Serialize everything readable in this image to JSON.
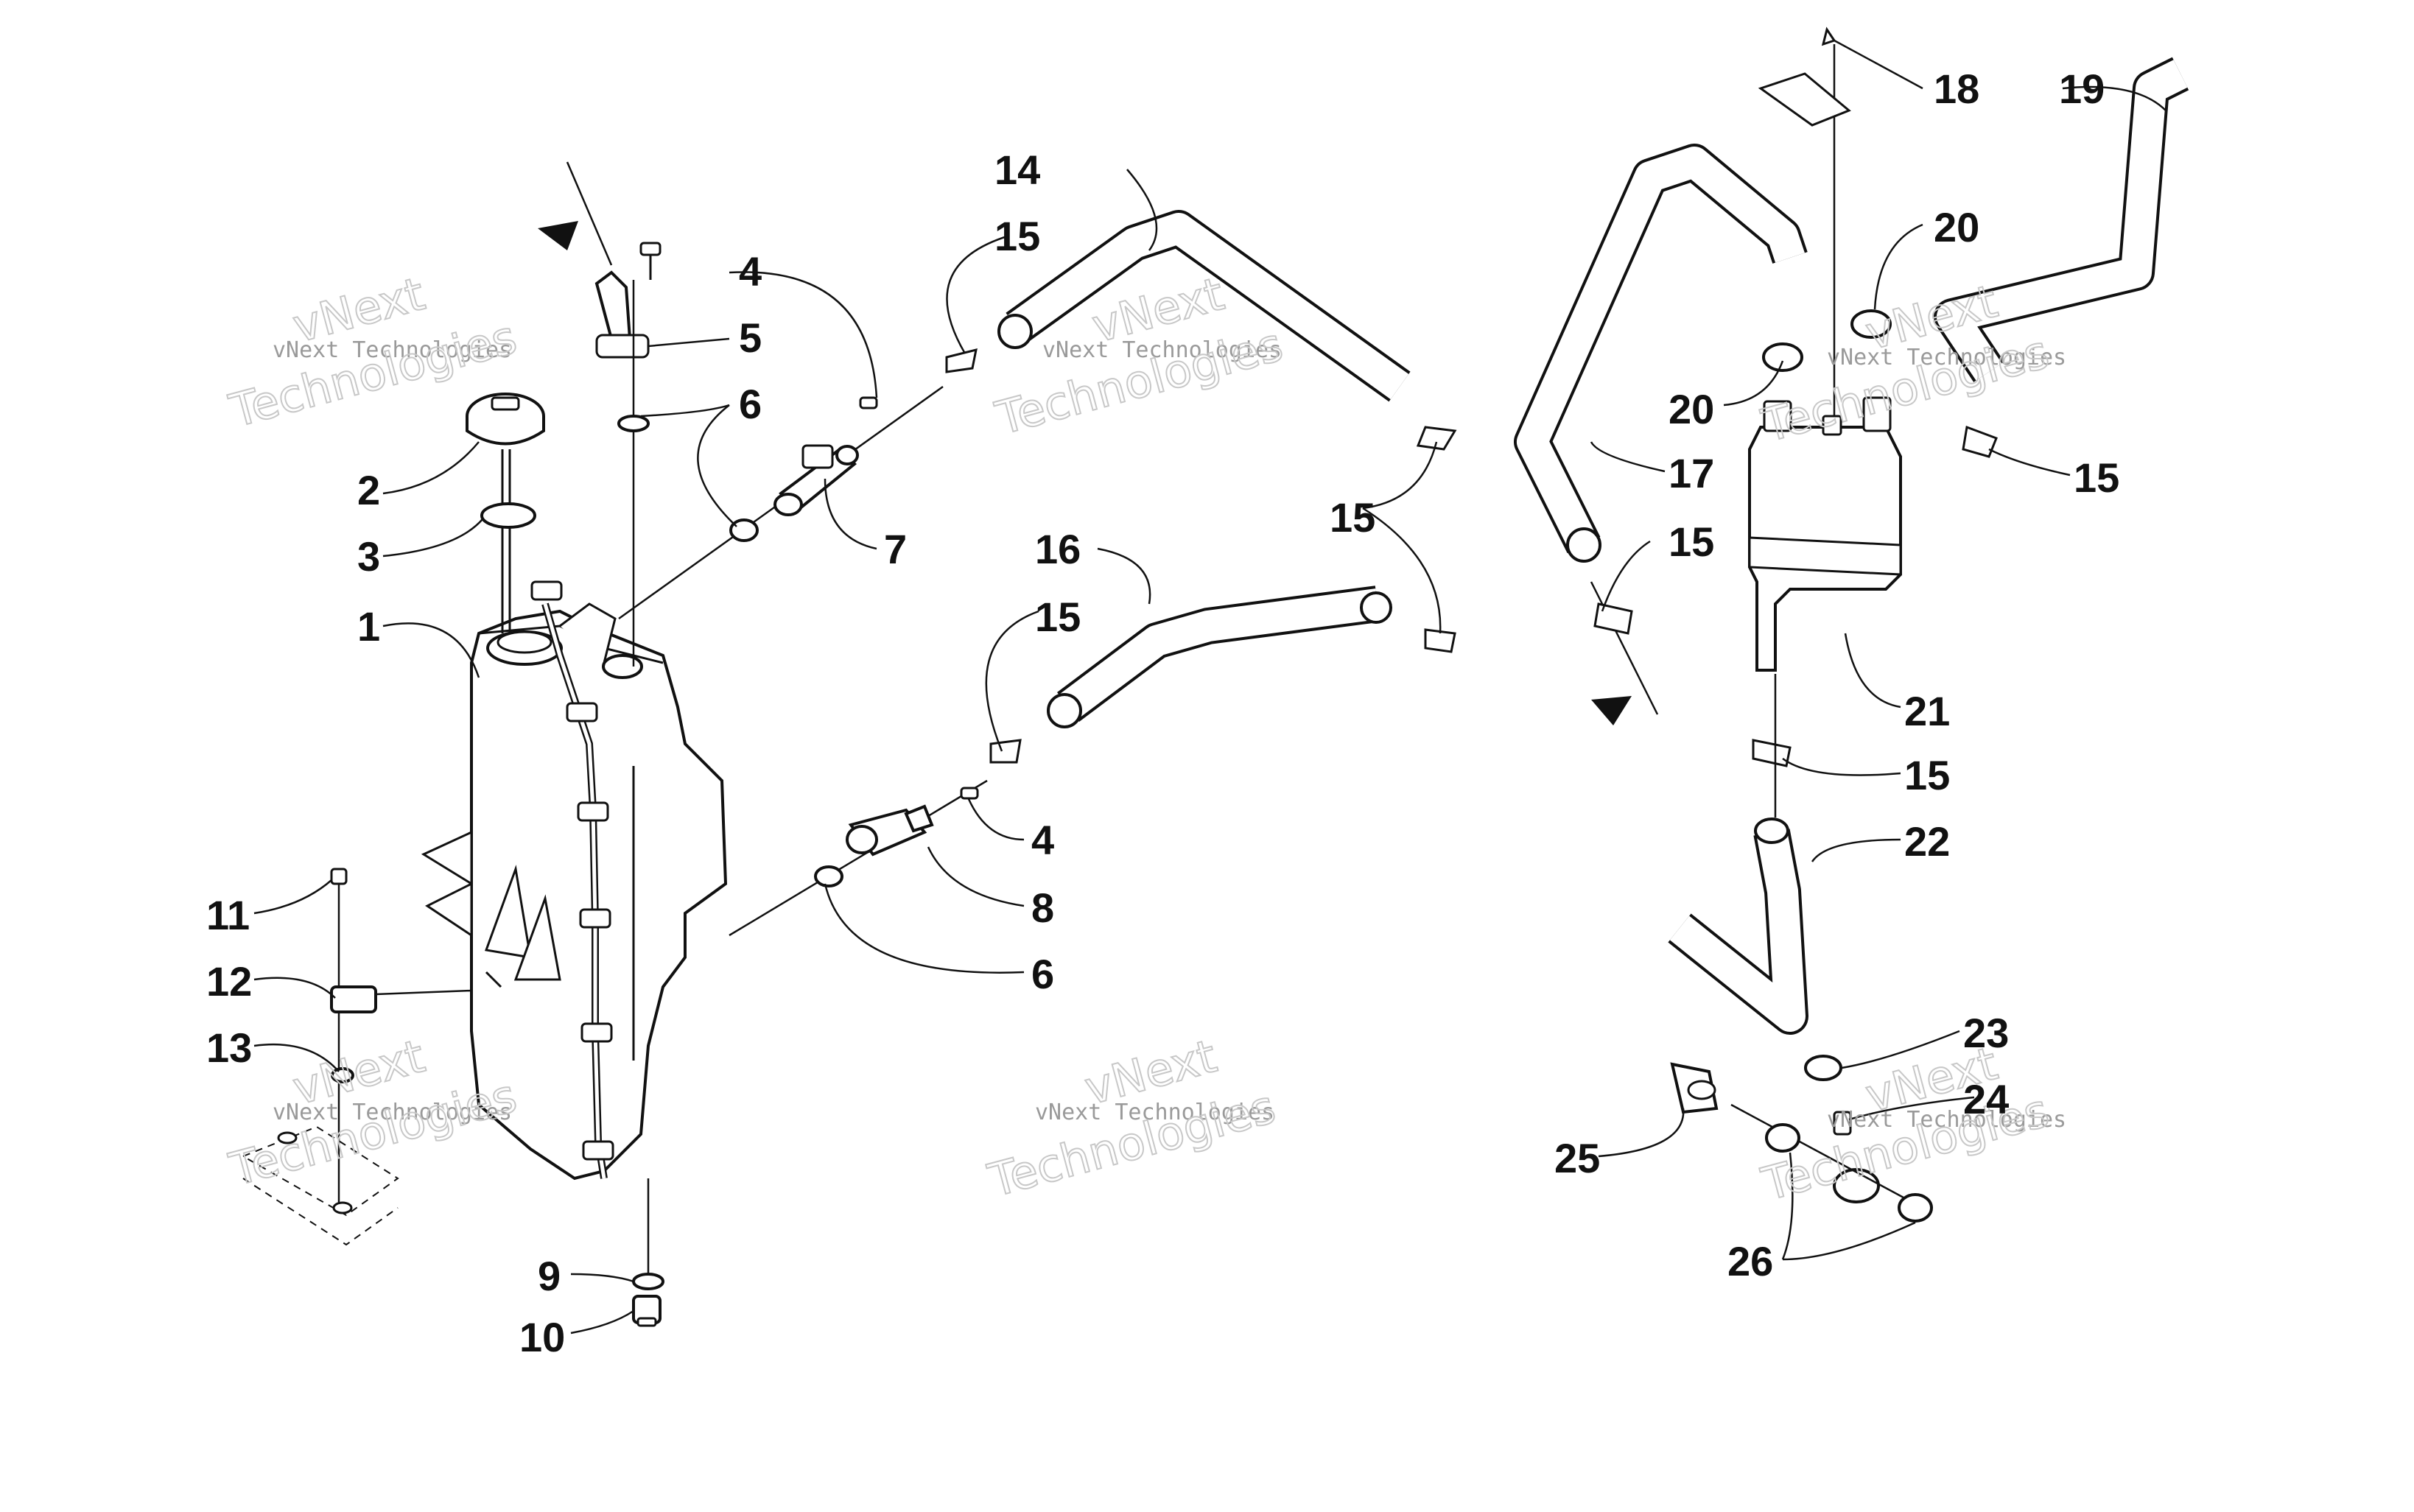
{
  "diagram": {
    "part_labels": [
      "1",
      "2",
      "3",
      "4",
      "4",
      "5",
      "6",
      "6",
      "7",
      "8",
      "9",
      "10",
      "11",
      "12",
      "13",
      "14",
      "15",
      "15",
      "15",
      "15",
      "15",
      "15",
      "16",
      "17",
      "18",
      "19",
      "20",
      "20",
      "21",
      "22",
      "23",
      "24",
      "25",
      "26"
    ],
    "watermarks": {
      "line1": "vNext",
      "line2": "vNext Technologies",
      "line3": "Technologies"
    }
  }
}
